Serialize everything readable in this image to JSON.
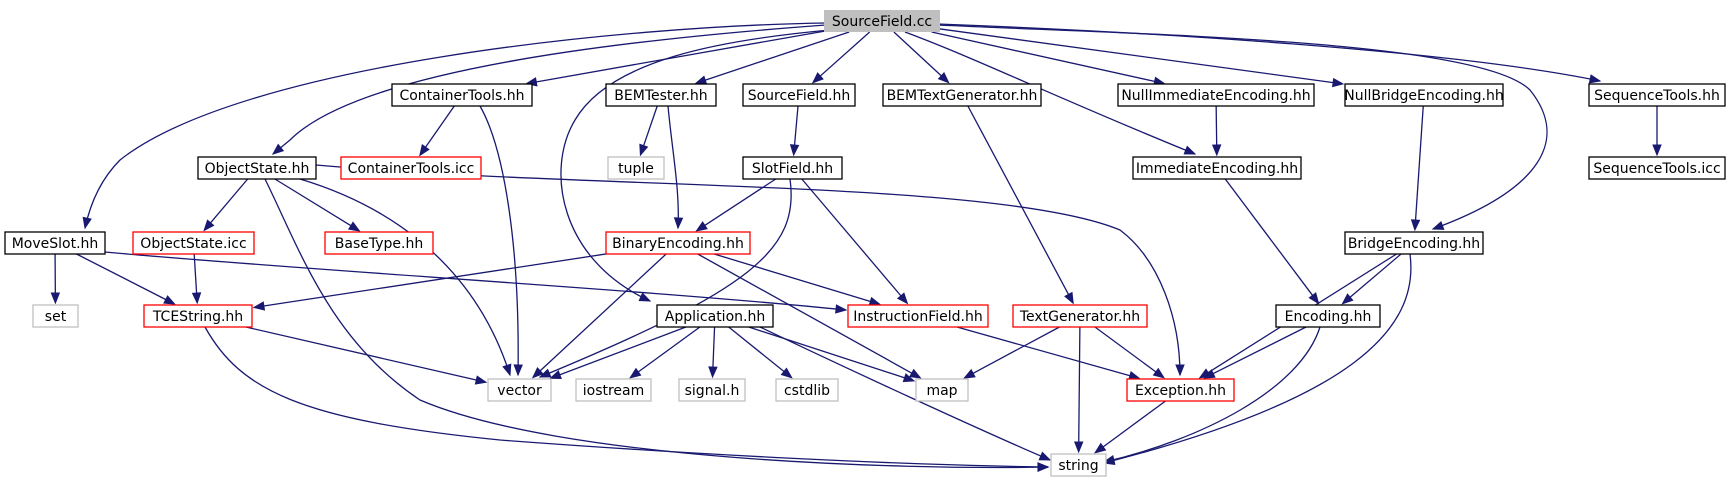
{
  "diagram": {
    "type": "include-dependency-graph",
    "colors": {
      "edge": "#191970",
      "root_fill": "#bfbfbf",
      "documented_border": "#000000",
      "undocumented_border": "#ff0000",
      "system_header_border": "#bfbfbf"
    },
    "nodes": [
      {
        "id": "sourcefield_cc",
        "label": "SourceField.cc",
        "kind": "root"
      },
      {
        "id": "containertools_hh",
        "label": "ContainerTools.hh",
        "kind": "black"
      },
      {
        "id": "bemtester_hh",
        "label": "BEMTester.hh",
        "kind": "black"
      },
      {
        "id": "sourcefield_hh",
        "label": "SourceField.hh",
        "kind": "black"
      },
      {
        "id": "bemtextgenerator_hh",
        "label": "BEMTextGenerator.hh",
        "kind": "black"
      },
      {
        "id": "nullimmediateencoding_hh",
        "label": "NullImmediateEncoding.hh",
        "kind": "black"
      },
      {
        "id": "nullbridgeencoding_hh",
        "label": "NullBridgeEncoding.hh",
        "kind": "black"
      },
      {
        "id": "sequencetools_hh",
        "label": "SequenceTools.hh",
        "kind": "black"
      },
      {
        "id": "objectstate_hh",
        "label": "ObjectState.hh",
        "kind": "black"
      },
      {
        "id": "containertools_icc",
        "label": "ContainerTools.icc",
        "kind": "red"
      },
      {
        "id": "tuple",
        "label": "tuple",
        "kind": "gray"
      },
      {
        "id": "slotfield_hh",
        "label": "SlotField.hh",
        "kind": "black"
      },
      {
        "id": "immediateencoding_hh",
        "label": "ImmediateEncoding.hh",
        "kind": "black"
      },
      {
        "id": "sequencetools_icc",
        "label": "SequenceTools.icc",
        "kind": "black"
      },
      {
        "id": "moveslot_hh",
        "label": "MoveSlot.hh",
        "kind": "black"
      },
      {
        "id": "objectstate_icc",
        "label": "ObjectState.icc",
        "kind": "red"
      },
      {
        "id": "basetype_hh",
        "label": "BaseType.hh",
        "kind": "red"
      },
      {
        "id": "binaryencoding_hh",
        "label": "BinaryEncoding.hh",
        "kind": "red"
      },
      {
        "id": "bridgeencoding_hh",
        "label": "BridgeEncoding.hh",
        "kind": "black"
      },
      {
        "id": "set",
        "label": "set",
        "kind": "gray"
      },
      {
        "id": "tcestring_hh",
        "label": "TCEString.hh",
        "kind": "red"
      },
      {
        "id": "application_hh",
        "label": "Application.hh",
        "kind": "black"
      },
      {
        "id": "instructionfield_hh",
        "label": "InstructionField.hh",
        "kind": "red"
      },
      {
        "id": "textgenerator_hh",
        "label": "TextGenerator.hh",
        "kind": "red"
      },
      {
        "id": "encoding_hh",
        "label": "Encoding.hh",
        "kind": "black"
      },
      {
        "id": "vector",
        "label": "vector",
        "kind": "gray"
      },
      {
        "id": "iostream",
        "label": "iostream",
        "kind": "gray"
      },
      {
        "id": "signal_h",
        "label": "signal.h",
        "kind": "gray"
      },
      {
        "id": "cstdlib",
        "label": "cstdlib",
        "kind": "gray"
      },
      {
        "id": "map",
        "label": "map",
        "kind": "gray"
      },
      {
        "id": "exception_hh",
        "label": "Exception.hh",
        "kind": "red"
      },
      {
        "id": "string",
        "label": "string",
        "kind": "gray"
      }
    ],
    "edges": [
      [
        "sourcefield_cc",
        "containertools_hh"
      ],
      [
        "sourcefield_cc",
        "bemtester_hh"
      ],
      [
        "sourcefield_cc",
        "sourcefield_hh"
      ],
      [
        "sourcefield_cc",
        "bemtextgenerator_hh"
      ],
      [
        "sourcefield_cc",
        "nullimmediateencoding_hh"
      ],
      [
        "sourcefield_cc",
        "nullbridgeencoding_hh"
      ],
      [
        "sourcefield_cc",
        "sequencetools_hh"
      ],
      [
        "sourcefield_cc",
        "objectstate_hh"
      ],
      [
        "sourcefield_cc",
        "moveslot_hh"
      ],
      [
        "sourcefield_cc",
        "application_hh"
      ],
      [
        "sourcefield_cc",
        "immediateencoding_hh"
      ],
      [
        "sourcefield_cc",
        "bridgeencoding_hh"
      ],
      [
        "containertools_hh",
        "containertools_icc"
      ],
      [
        "containertools_hh",
        "vector"
      ],
      [
        "bemtester_hh",
        "tuple"
      ],
      [
        "bemtester_hh",
        "binaryencoding_hh"
      ],
      [
        "sourcefield_hh",
        "slotfield_hh"
      ],
      [
        "bemtextgenerator_hh",
        "textgenerator_hh"
      ],
      [
        "nullimmediateencoding_hh",
        "immediateencoding_hh"
      ],
      [
        "nullbridgeencoding_hh",
        "bridgeencoding_hh"
      ],
      [
        "sequencetools_hh",
        "sequencetools_icc"
      ],
      [
        "objectstate_hh",
        "objectstate_icc"
      ],
      [
        "objectstate_hh",
        "basetype_hh"
      ],
      [
        "objectstate_hh",
        "vector"
      ],
      [
        "objectstate_hh",
        "string"
      ],
      [
        "objectstate_hh",
        "exception_hh"
      ],
      [
        "objectstate_icc",
        "tcestring_hh"
      ],
      [
        "slotfield_hh",
        "binaryencoding_hh"
      ],
      [
        "slotfield_hh",
        "vector"
      ],
      [
        "slotfield_hh",
        "instructionfield_hh"
      ],
      [
        "immediateencoding_hh",
        "encoding_hh"
      ],
      [
        "moveslot_hh",
        "set"
      ],
      [
        "moveslot_hh",
        "tcestring_hh"
      ],
      [
        "moveslot_hh",
        "instructionfield_hh"
      ],
      [
        "binaryencoding_hh",
        "tcestring_hh"
      ],
      [
        "binaryencoding_hh",
        "vector"
      ],
      [
        "binaryencoding_hh",
        "instructionfield_hh"
      ],
      [
        "binaryencoding_hh",
        "map"
      ],
      [
        "bridgeencoding_hh",
        "encoding_hh"
      ],
      [
        "bridgeencoding_hh",
        "exception_hh"
      ],
      [
        "bridgeencoding_hh",
        "string"
      ],
      [
        "tcestring_hh",
        "vector"
      ],
      [
        "tcestring_hh",
        "string"
      ],
      [
        "application_hh",
        "vector"
      ],
      [
        "application_hh",
        "iostream"
      ],
      [
        "application_hh",
        "signal_h"
      ],
      [
        "application_hh",
        "cstdlib"
      ],
      [
        "application_hh",
        "map"
      ],
      [
        "application_hh",
        "string"
      ],
      [
        "instructionfield_hh",
        "exception_hh"
      ],
      [
        "textgenerator_hh",
        "map"
      ],
      [
        "textgenerator_hh",
        "exception_hh"
      ],
      [
        "textgenerator_hh",
        "string"
      ],
      [
        "encoding_hh",
        "exception_hh"
      ],
      [
        "encoding_hh",
        "string"
      ],
      [
        "exception_hh",
        "string"
      ]
    ]
  }
}
